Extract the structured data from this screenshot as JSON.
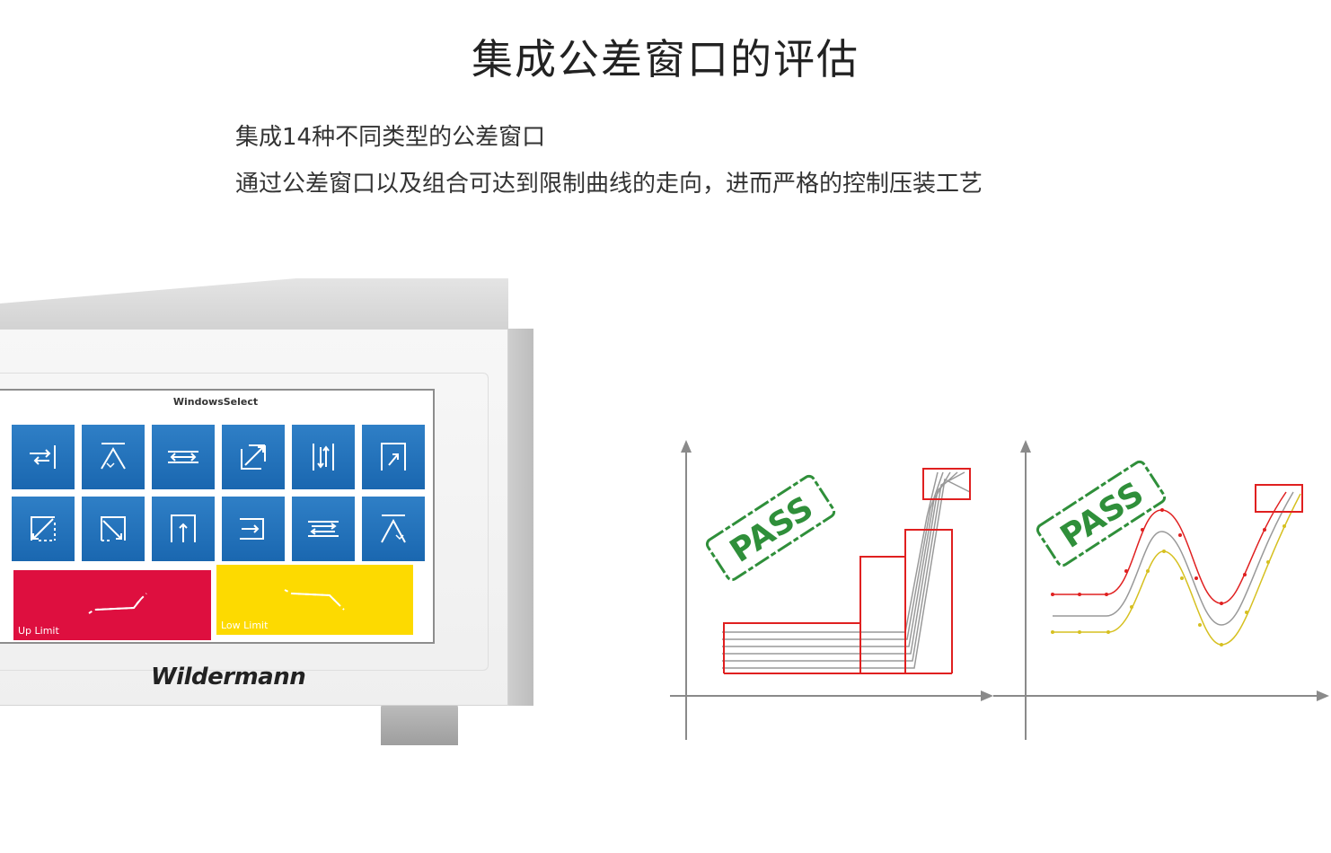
{
  "page": {
    "title": "集成公差窗口的评估",
    "description_lines": [
      "集成14种不同类型的公差窗口",
      "通过公差窗口以及组合可达到限制曲线的走向，进而严格的控制压装工艺"
    ]
  },
  "device": {
    "screen_title": "WindowsSelect",
    "brand": "Wildermann",
    "tiles": [
      {
        "icon": "horizontal-pass-icon"
      },
      {
        "icon": "peak-window-icon"
      },
      {
        "icon": "bidirectional-band-icon"
      },
      {
        "icon": "diagonal-entry-icon"
      },
      {
        "icon": "vertical-pass-icon"
      },
      {
        "icon": "top-entry-window-icon"
      },
      {
        "icon": "diagonal-exit-icon"
      },
      {
        "icon": "corner-window-icon"
      },
      {
        "icon": "up-arrow-window-icon"
      },
      {
        "icon": "right-entry-window-icon"
      },
      {
        "icon": "double-band-icon"
      },
      {
        "icon": "peak-window-2-icon"
      }
    ],
    "up_limit_label": "Up Limit",
    "low_limit_label": "Low Limit",
    "colors": {
      "tile": "#1f6fb8",
      "up_limit": "#de0f3f",
      "low_limit": "#fdda00"
    }
  },
  "diagrams": {
    "left_stamp": "PASS",
    "right_stamp": "PASS",
    "colors": {
      "window": "#e02020",
      "stamp": "#2f8f3a",
      "curve": "#888888",
      "low_curve": "#d6c020"
    }
  }
}
